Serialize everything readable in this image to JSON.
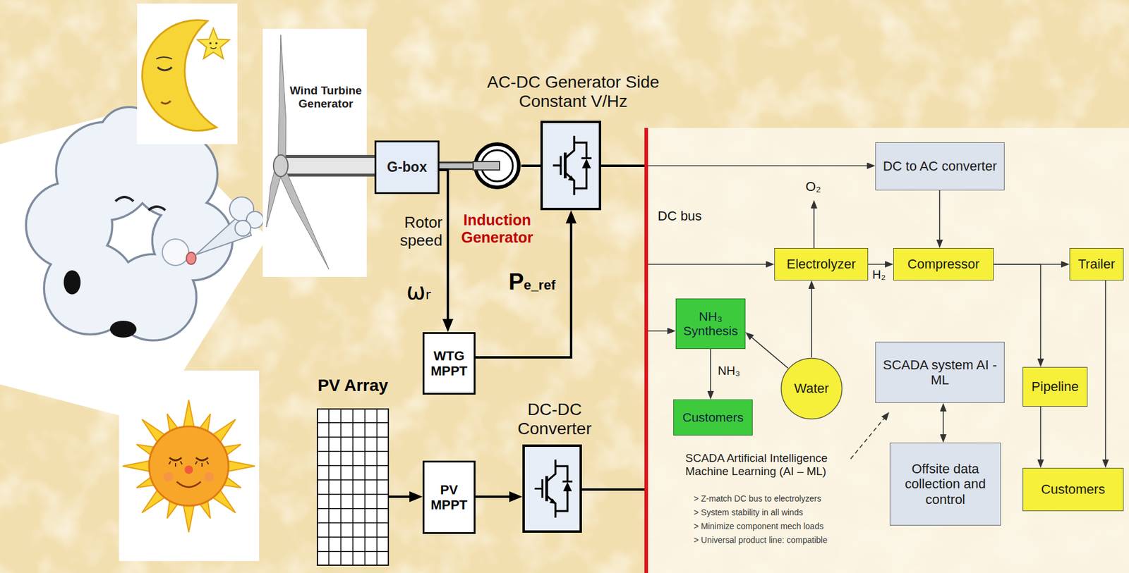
{
  "diagram": {
    "nodes": [
      {
        "text": [
          "Wind Turbine Generator"
        ]
      },
      {
        "text": [
          "G-box"
        ]
      },
      {
        "text": [
          "Induction Generator"
        ]
      },
      {
        "text": [
          "AC-DC Generator Side Constant V/Hz"
        ]
      },
      {
        "text": [
          "WTG MPPT"
        ]
      },
      {
        "text": [
          "PV Array"
        ]
      },
      {
        "text": [
          "PV MPPT"
        ]
      },
      {
        "text": [
          "DC-DC Converter"
        ]
      },
      {
        "text": [
          "DC bus"
        ]
      },
      {
        "text": [
          "DC to AC converter"
        ]
      },
      {
        "text": [
          "Electrolyzer"
        ]
      },
      {
        "text": [
          "Compressor"
        ]
      },
      {
        "text": [
          "Trailer"
        ]
      },
      {
        "text": [
          "NH₃ Synthesis"
        ]
      },
      {
        "text": [
          "Water"
        ]
      },
      {
        "text": [
          "SCADA system AI - ML"
        ]
      },
      {
        "text": [
          "Customers"
        ]
      },
      {
        "text": [
          "Pipeline"
        ]
      },
      {
        "text": [
          "Offsite data collection and control"
        ]
      },
      {
        "text": [
          "Customers"
        ]
      }
    ],
    "edges": [
      {
        "from": 0,
        "to": 1,
        "arrow": "none"
      },
      {
        "from": 1,
        "to": 2,
        "arrow": "none"
      },
      {
        "from": 2,
        "to": 3,
        "arrow": "none"
      },
      {
        "from": 1,
        "to": 4,
        "label": "Rotor speed",
        "arrow": "to"
      },
      {
        "from": 4,
        "to": 3,
        "label": "Pe_ref",
        "arrow": "to"
      },
      {
        "from": 5,
        "to": 6,
        "arrow": "to"
      },
      {
        "from": 6,
        "to": 7,
        "arrow": "to"
      },
      {
        "from": 3,
        "to": 8,
        "arrow": "none"
      },
      {
        "from": 7,
        "to": 8,
        "arrow": "none"
      },
      {
        "from": 8,
        "to": 9,
        "arrow": "to"
      },
      {
        "from": 8,
        "to": 10,
        "arrow": "to"
      },
      {
        "from": 8,
        "to": 13,
        "arrow": "to"
      },
      {
        "from": 9,
        "to": 11,
        "arrow": "to"
      },
      {
        "from": 10,
        "to": 11,
        "label": "H₂",
        "arrow": "to"
      },
      {
        "from": 14,
        "to": 10,
        "arrow": "to"
      },
      {
        "from": 14,
        "to": 13,
        "arrow": "to"
      },
      {
        "from": 13,
        "to": 16,
        "label": "NH₃",
        "arrow": "to"
      },
      {
        "from": 11,
        "to": 12,
        "arrow": "to"
      },
      {
        "from": 11,
        "to": 17,
        "arrow": "to"
      },
      {
        "from": 12,
        "to": 19,
        "arrow": "to"
      },
      {
        "from": 17,
        "to": 19,
        "arrow": "to"
      },
      {
        "from": 15,
        "to": 18,
        "arrow": "both"
      }
    ],
    "labels": [
      "ωr",
      "O₂",
      "SCADA Artificial Intelligence Machine Learning (AI – ML)",
      "> Z-match DC bus to electrolyzers",
      "> System stability in all winds",
      "> Minimize component mech loads",
      "> Universal product line: compatible"
    ]
  }
}
